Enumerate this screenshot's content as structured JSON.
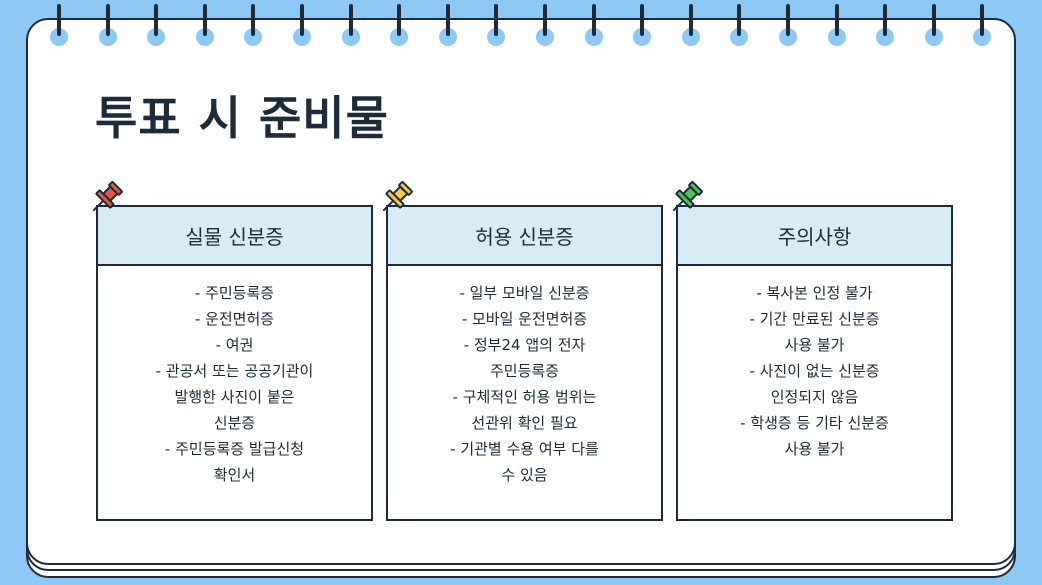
{
  "slide": {
    "title": "투표 시 준비물"
  },
  "cards": [
    {
      "heading": "실물 신분증",
      "pin_color": "#e2574c",
      "lines": [
        "- 주민등록증",
        "- 운전면허증",
        "- 여권",
        "- 관공서 또는 공공기관이",
        "발행한 사진이 붙은",
        "신분증",
        "- 주민등록증 발급신청",
        "확인서"
      ]
    },
    {
      "heading": "허용 신분증",
      "pin_color": "#f3c94a",
      "lines": [
        "- 일부 모바일 신분증",
        "- 모바일 운전면허증",
        "- 정부24 앱의 전자",
        "주민등록증",
        "- 구체적인 허용 범위는",
        "선관위 확인 필요",
        "- 기관별 수용 여부 다를",
        "수 있음"
      ]
    },
    {
      "heading": "주의사항",
      "pin_color": "#4cc453",
      "lines": [
        "- 복사본 인정 불가",
        "- 기간 만료된 신분증",
        "사용 불가",
        "- 사진이 없는 신분증",
        "인정되지 않음",
        "- 학생증 등 기타 신분증",
        "사용 불가"
      ]
    }
  ],
  "colors": {
    "background": "#8ec9f5",
    "ink": "#1d2b3a",
    "card_header": "#d8ecf8",
    "page": "#ffffff"
  }
}
